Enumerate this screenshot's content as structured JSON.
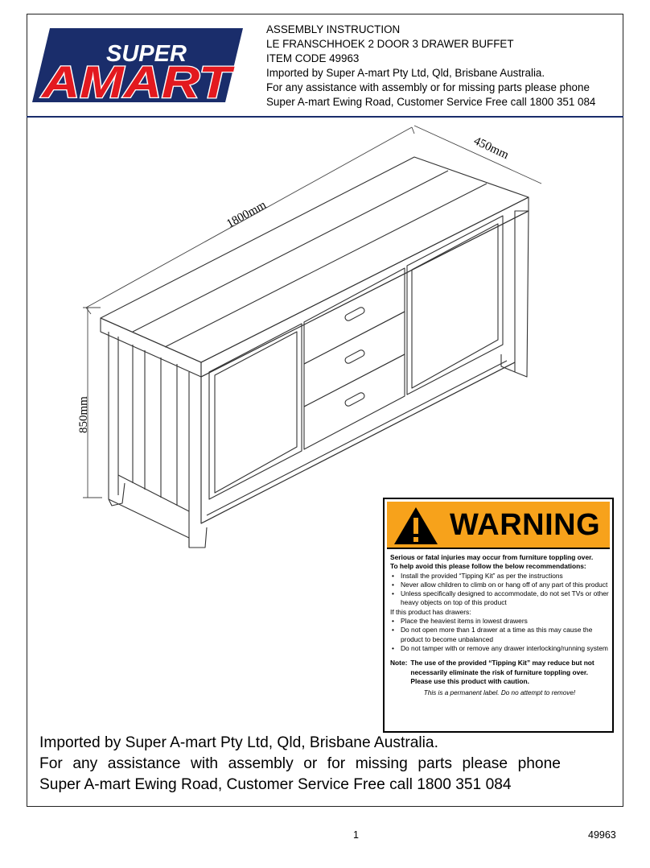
{
  "brand": {
    "logo_small": "SUPER",
    "logo_big": "AMART",
    "colors": {
      "red": "#e3191f",
      "navy": "#1a2d6b",
      "warning_orange": "#f7a21b"
    }
  },
  "header": {
    "line1": "ASSEMBLY INSTRUCTION",
    "line2": "LE FRANSCHHOEK 2 DOOR 3 DRAWER BUFFET",
    "line3": "ITEM CODE 49963",
    "line4": "Imported by Super A-mart Pty Ltd, Qld, Brisbane Australia.",
    "line5": "For any assistance with assembly or for missing parts please phone",
    "line6": "Super A-mart Ewing Road, Customer Service Free call 1800 351 084"
  },
  "dimensions": {
    "length": "1800mm",
    "depth": "450mm",
    "height": "850mm"
  },
  "warning": {
    "title": "WARNING",
    "intro1": "Serious or fatal injuries may occur from furniture toppling over.",
    "intro2": "To help avoid this please follow the below recommendations:",
    "items": [
      "Install the provided “Tipping Kit” as per the instructions",
      "Never allow children to climb on or hang off of any part of this product",
      "Unless specifically designed to accommodate, do not set TVs or other heavy objects on top of this product"
    ],
    "drawers_heading": "If this product has drawers:",
    "drawer_items": [
      "Place the heaviest items in lowest drawers",
      "Do not open more than 1 drawer at a time as this may cause the product to become unbalanced",
      "Do not tamper with or remove any drawer interlocking/running system"
    ],
    "note_label": "Note:",
    "note_text": "The use of the provided “Tipping Kit” may reduce but not necessarily eliminate the risk of furniture toppling over. Please use this product with caution.",
    "permanent": "This is a permanent label. Do no attempt to remove!"
  },
  "footer": {
    "line1": "Imported by Super A-mart Pty Ltd, Qld, Brisbane Australia.",
    "line2": "For any assistance with assembly or for missing parts please phone",
    "line3": "Super A-mart Ewing Road, Customer Service Free call 1800 351 084"
  },
  "page": {
    "number": "1",
    "code": "49963"
  }
}
